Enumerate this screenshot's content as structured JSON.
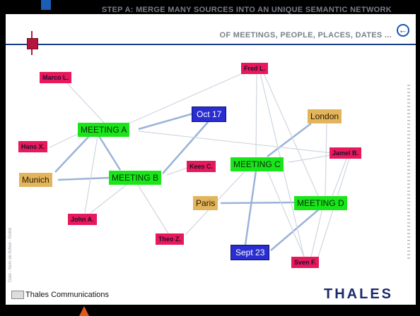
{
  "header": {
    "title_line1": "STEP A: MERGE MANY SOURCES INTO AN UNIQUE SEMANTIC NETWORK",
    "title_line2": "OF MEETINGS, PEOPLE, PLACES, DATES ...",
    "back_icon": "circle-left-arrow-icon"
  },
  "network": {
    "people": {
      "marco": "Marco  L.",
      "fred": "Fred L.",
      "hans": "Hans X.",
      "kees": "Kees C.",
      "jamel": "Jamel B.",
      "john": "John A.",
      "theo": "Theo Z.",
      "sven": "Sven F."
    },
    "meetings": {
      "a": "MEETING A",
      "b": "MEETING B",
      "c": "MEETING C",
      "d": "MEETING D"
    },
    "places": {
      "london": "London",
      "munich": "Munich",
      "paris": "Paris"
    },
    "dates": {
      "oct17": "Oct 17",
      "sept23": "Sept 23"
    }
  },
  "side_text": "Date - Nom de fichier - Entité",
  "footer": {
    "company": "Thales Communications",
    "logo": "THALES"
  },
  "colors": {
    "person": "#e8185a",
    "meeting": "#19e619",
    "place": "#e2b45c",
    "date": "#2a2ed0",
    "strong_edge": "#9bb3d8",
    "weak_edge": "#cfd6e0"
  }
}
